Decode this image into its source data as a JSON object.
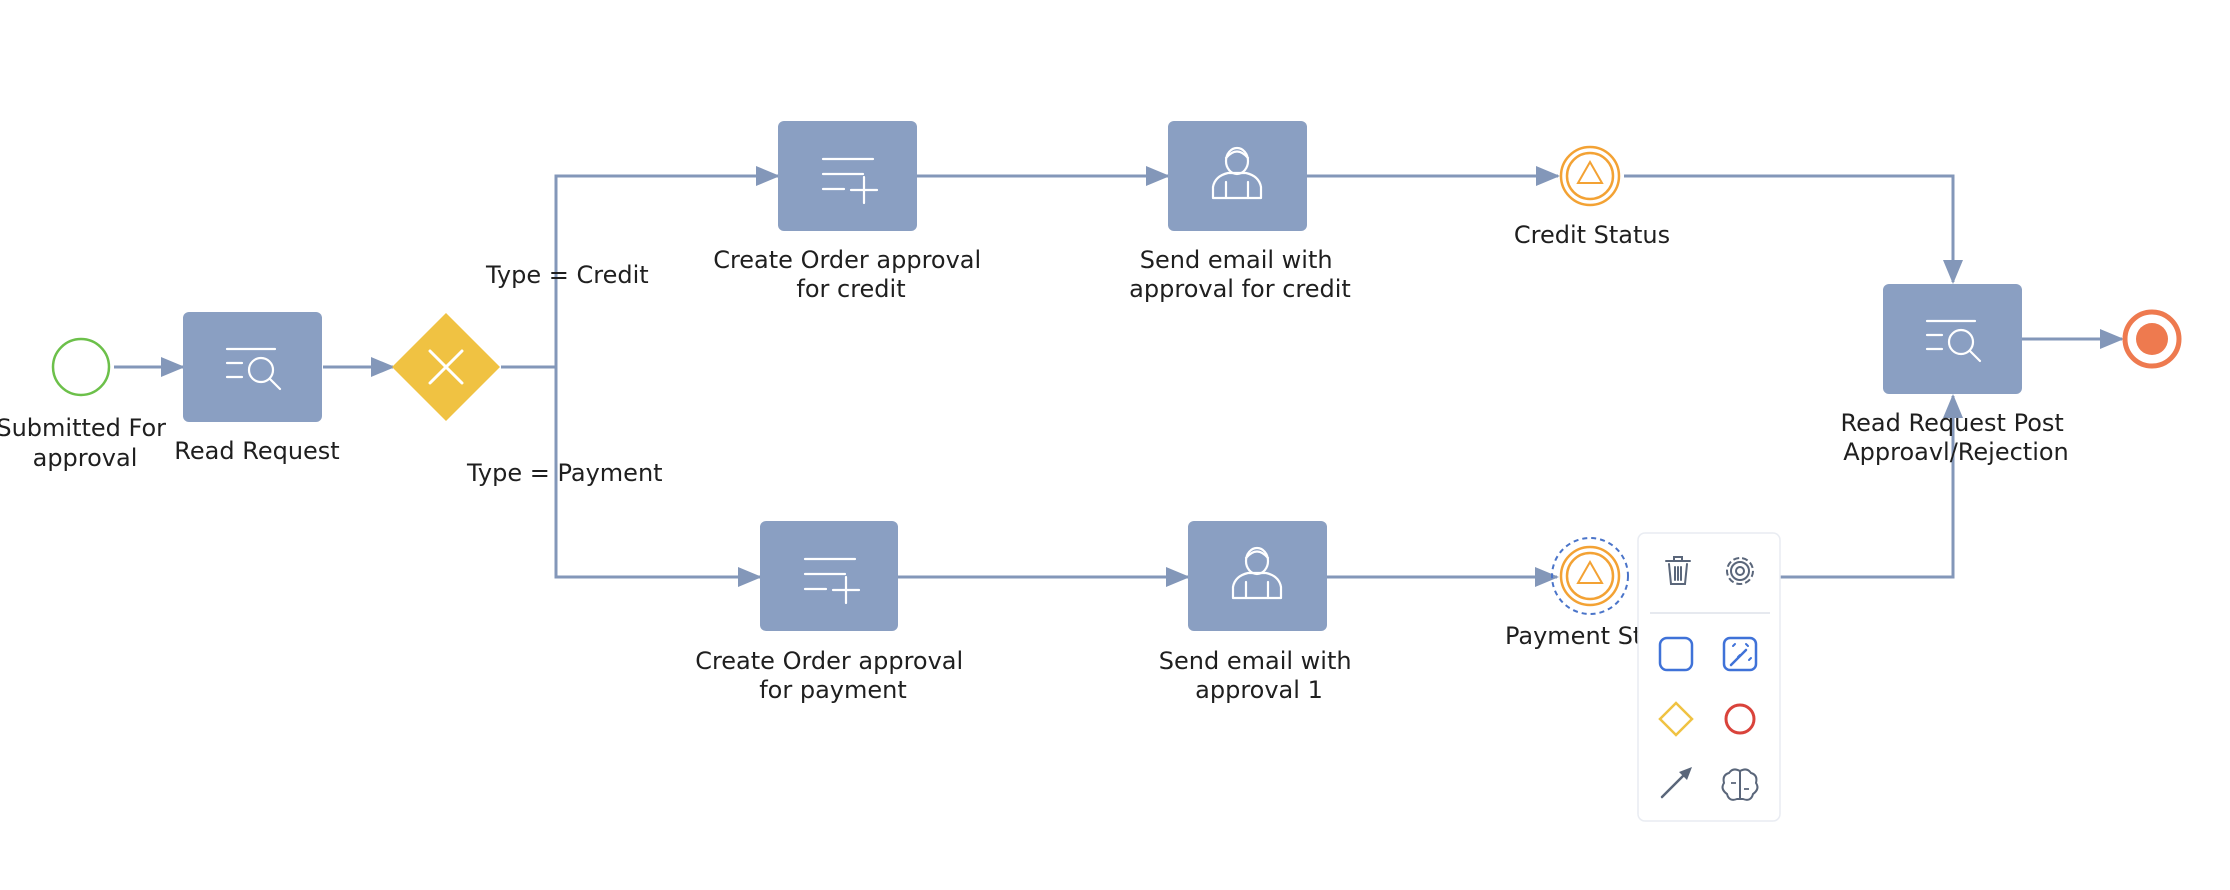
{
  "start_event": {
    "label_lines": [
      "Submitted For",
      "approval"
    ]
  },
  "tasks": {
    "read_request": {
      "label_lines": [
        "Read Request"
      ]
    },
    "create_credit": {
      "label_lines": [
        "Create Order approval",
        "for credit"
      ]
    },
    "email_credit": {
      "label_lines": [
        "Send email with",
        "approval for credit"
      ]
    },
    "create_payment": {
      "label_lines": [
        "Create Order approval",
        "for payment"
      ]
    },
    "email_payment": {
      "label_lines": [
        "Send email with",
        "approval 1"
      ]
    },
    "read_post": {
      "label_lines": [
        "Read Request Post",
        "Approavl/Rejection"
      ]
    }
  },
  "events": {
    "credit_status": {
      "label": "Credit Status"
    },
    "payment_status": {
      "label": "Payment Sta"
    }
  },
  "flows": {
    "credit": {
      "label": "Type = Credit"
    },
    "payment": {
      "label": "Type = Payment"
    }
  },
  "context_pad": {
    "icons": [
      "trash-icon",
      "gear-icon",
      "task-icon",
      "magic-wand-icon",
      "gateway-icon",
      "end-event-icon",
      "connect-arrow-icon",
      "brain-icon"
    ]
  },
  "colors": {
    "task_fill": "#8a9fc2",
    "edge": "#8397b9",
    "gateway": "#f0c242",
    "start_event": "#6cc04a",
    "end_event": "#ee7a4f",
    "intermediate_event": "#f3a234",
    "selection": "#4a74c9"
  }
}
